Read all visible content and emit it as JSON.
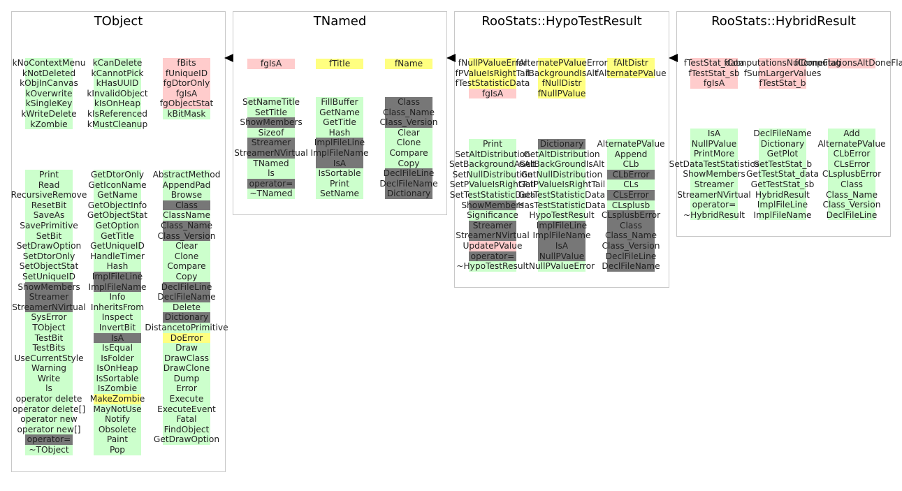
{
  "colors": {
    "none": "#ccffcc",
    "green": "#ccffcc",
    "pink": "#ffcccc",
    "yellow": "#ffff80",
    "gray": "#777777"
  },
  "panels": [
    {
      "title": "TObject",
      "columns": [
        {
          "items": [
            [
              "kNoContextMenu",
              "green"
            ],
            [
              "kNotDeleted",
              "green"
            ],
            [
              "kObjInCanvas",
              "green"
            ],
            [
              "kOverwrite",
              "green"
            ],
            [
              "kSingleKey",
              "green"
            ],
            [
              "kWriteDelete",
              "green"
            ],
            [
              "kZombie",
              "green"
            ]
          ]
        },
        {
          "items": [
            [
              "kCanDelete",
              "green"
            ],
            [
              "kCannotPick",
              "green"
            ],
            [
              "kHasUUID",
              "green"
            ],
            [
              "kInvalidObject",
              "green"
            ],
            [
              "kIsOnHeap",
              "green"
            ],
            [
              "kIsReferenced",
              "green"
            ],
            [
              "kMustCleanup",
              "green"
            ]
          ]
        },
        {
          "items": [
            [
              "fBits",
              "pink"
            ],
            [
              "fUniqueID",
              "pink"
            ],
            [
              "fgDtorOnly",
              "pink"
            ],
            [
              "fgIsA",
              "pink"
            ],
            [
              "fgObjectStat",
              "pink"
            ],
            [
              "kBitMask",
              "green"
            ]
          ]
        },
        {
          "items": [
            [
              "Print",
              "green"
            ],
            [
              "Read",
              "green"
            ],
            [
              "RecursiveRemove",
              "green"
            ],
            [
              "ResetBit",
              "green"
            ],
            [
              "SaveAs",
              "green"
            ],
            [
              "SavePrimitive",
              "green"
            ],
            [
              "SetBit",
              "green"
            ],
            [
              "SetDrawOption",
              "green"
            ],
            [
              "SetDtorOnly",
              "green"
            ],
            [
              "SetObjectStat",
              "green"
            ],
            [
              "SetUniqueID",
              "green"
            ],
            [
              "ShowMembers",
              "gray"
            ],
            [
              "Streamer",
              "gray"
            ],
            [
              "StreamerNVirtual",
              "gray"
            ],
            [
              "SysError",
              "green"
            ],
            [
              "TObject",
              "green"
            ],
            [
              "TestBit",
              "green"
            ],
            [
              "TestBits",
              "green"
            ],
            [
              "UseCurrentStyle",
              "green"
            ],
            [
              "Warning",
              "green"
            ],
            [
              "Write",
              "green"
            ],
            [
              "ls",
              "green"
            ],
            [
              "operator delete",
              "green"
            ],
            [
              "operator delete[]",
              "green"
            ],
            [
              "operator new",
              "green"
            ],
            [
              "operator new[]",
              "green"
            ],
            [
              "operator=",
              "gray"
            ],
            [
              "~TObject",
              "green"
            ]
          ]
        },
        {
          "items": [
            [
              "GetDtorOnly",
              "green"
            ],
            [
              "GetIconName",
              "green"
            ],
            [
              "GetName",
              "green"
            ],
            [
              "GetObjectInfo",
              "green"
            ],
            [
              "GetObjectStat",
              "green"
            ],
            [
              "GetOption",
              "green"
            ],
            [
              "GetTitle",
              "green"
            ],
            [
              "GetUniqueID",
              "green"
            ],
            [
              "HandleTimer",
              "green"
            ],
            [
              "Hash",
              "green"
            ],
            [
              "ImplFileLine",
              "gray"
            ],
            [
              "ImplFileName",
              "gray"
            ],
            [
              "Info",
              "green"
            ],
            [
              "InheritsFrom",
              "green"
            ],
            [
              "Inspect",
              "green"
            ],
            [
              "InvertBit",
              "green"
            ],
            [
              "IsA",
              "gray"
            ],
            [
              "IsEqual",
              "green"
            ],
            [
              "IsFolder",
              "green"
            ],
            [
              "IsOnHeap",
              "green"
            ],
            [
              "IsSortable",
              "green"
            ],
            [
              "IsZombie",
              "green"
            ],
            [
              "MakeZombie",
              "yellow"
            ],
            [
              "MayNotUse",
              "green"
            ],
            [
              "Notify",
              "green"
            ],
            [
              "Obsolete",
              "green"
            ],
            [
              "Paint",
              "green"
            ],
            [
              "Pop",
              "green"
            ]
          ]
        },
        {
          "items": [
            [
              "AbstractMethod",
              "green"
            ],
            [
              "AppendPad",
              "green"
            ],
            [
              "Browse",
              "green"
            ],
            [
              "Class",
              "gray"
            ],
            [
              "ClassName",
              "green"
            ],
            [
              "Class_Name",
              "gray"
            ],
            [
              "Class_Version",
              "gray"
            ],
            [
              "Clear",
              "green"
            ],
            [
              "Clone",
              "green"
            ],
            [
              "Compare",
              "green"
            ],
            [
              "Copy",
              "green"
            ],
            [
              "DeclFileLine",
              "gray"
            ],
            [
              "DeclFileName",
              "gray"
            ],
            [
              "Delete",
              "green"
            ],
            [
              "Dictionary",
              "gray"
            ],
            [
              "DistancetoPrimitive",
              "green"
            ],
            [
              "DoError",
              "yellow"
            ],
            [
              "Draw",
              "green"
            ],
            [
              "DrawClass",
              "green"
            ],
            [
              "DrawClone",
              "green"
            ],
            [
              "Dump",
              "green"
            ],
            [
              "Error",
              "green"
            ],
            [
              "Execute",
              "green"
            ],
            [
              "ExecuteEvent",
              "green"
            ],
            [
              "Fatal",
              "green"
            ],
            [
              "FindObject",
              "green"
            ],
            [
              "GetDrawOption",
              "green"
            ]
          ]
        }
      ]
    },
    {
      "title": "TNamed",
      "columns": [
        {
          "items": [
            [
              "fgIsA",
              "pink"
            ]
          ]
        },
        {
          "items": [
            [
              "fTitle",
              "yellow"
            ]
          ]
        },
        {
          "items": [
            [
              "fName",
              "yellow"
            ]
          ]
        },
        {
          "items": [
            [
              "SetNameTitle",
              "green"
            ],
            [
              "SetTitle",
              "green"
            ],
            [
              "ShowMembers",
              "gray"
            ],
            [
              "Sizeof",
              "green"
            ],
            [
              "Streamer",
              "gray"
            ],
            [
              "StreamerNVirtual",
              "gray"
            ],
            [
              "TNamed",
              "green"
            ],
            [
              "ls",
              "green"
            ],
            [
              "operator=",
              "gray"
            ],
            [
              "~TNamed",
              "green"
            ]
          ]
        },
        {
          "items": [
            [
              "FillBuffer",
              "green"
            ],
            [
              "GetName",
              "green"
            ],
            [
              "GetTitle",
              "green"
            ],
            [
              "Hash",
              "green"
            ],
            [
              "ImplFileLine",
              "gray"
            ],
            [
              "ImplFileName",
              "gray"
            ],
            [
              "IsA",
              "gray"
            ],
            [
              "IsSortable",
              "green"
            ],
            [
              "Print",
              "green"
            ],
            [
              "SetName",
              "green"
            ]
          ]
        },
        {
          "items": [
            [
              "Class",
              "gray"
            ],
            [
              "Class_Name",
              "gray"
            ],
            [
              "Class_Version",
              "gray"
            ],
            [
              "Clear",
              "green"
            ],
            [
              "Clone",
              "green"
            ],
            [
              "Compare",
              "green"
            ],
            [
              "Copy",
              "green"
            ],
            [
              "DeclFileLine",
              "gray"
            ],
            [
              "DeclFileName",
              "gray"
            ],
            [
              "Dictionary",
              "gray"
            ]
          ]
        }
      ]
    },
    {
      "title": "RooStats::HypoTestResult",
      "columns": [
        {
          "items": [
            [
              "fNullPValueError",
              "yellow"
            ],
            [
              "fPValueIsRightTail",
              "yellow"
            ],
            [
              "fTestStatisticData",
              "yellow"
            ],
            [
              "fgIsA",
              "pink"
            ]
          ]
        },
        {
          "items": [
            [
              "fAlternatePValueError",
              "yellow"
            ],
            [
              "fBackgroundIsAlt",
              "yellow"
            ],
            [
              "fNullDistr",
              "yellow"
            ],
            [
              "fNullPValue",
              "yellow"
            ]
          ]
        },
        {
          "items": [
            [
              "fAltDistr",
              "yellow"
            ],
            [
              "fAlternatePValue",
              "yellow"
            ]
          ]
        },
        {
          "items": [
            [
              "Print",
              "green"
            ],
            [
              "SetAltDistribution",
              "green"
            ],
            [
              "SetBackgroundAsAlt",
              "green"
            ],
            [
              "SetNullDistribution",
              "green"
            ],
            [
              "SetPValueIsRightTail",
              "green"
            ],
            [
              "SetTestStatisticData",
              "green"
            ],
            [
              "ShowMembers",
              "gray"
            ],
            [
              "Significance",
              "green"
            ],
            [
              "Streamer",
              "gray"
            ],
            [
              "StreamerNVirtual",
              "gray"
            ],
            [
              "UpdatePValue",
              "pink"
            ],
            [
              "operator=",
              "gray"
            ],
            [
              "~HypoTestResult",
              "green"
            ]
          ]
        },
        {
          "items": [
            [
              "Dictionary",
              "gray"
            ],
            [
              "GetAltDistribution",
              "green"
            ],
            [
              "GetBackGroundIsAlt",
              "green"
            ],
            [
              "GetNullDistribution",
              "green"
            ],
            [
              "GetPValueIsRightTail",
              "green"
            ],
            [
              "GetTestStatisticData",
              "green"
            ],
            [
              "HasTestStatisticData",
              "green"
            ],
            [
              "HypoTestResult",
              "green"
            ],
            [
              "ImplFileLine",
              "gray"
            ],
            [
              "ImplFileName",
              "gray"
            ],
            [
              "IsA",
              "gray"
            ],
            [
              "NullPValue",
              "gray"
            ],
            [
              "NullPValueError",
              "green"
            ]
          ]
        },
        {
          "items": [
            [
              "AlternatePValue",
              "green"
            ],
            [
              "Append",
              "green"
            ],
            [
              "CLb",
              "green"
            ],
            [
              "CLbError",
              "gray"
            ],
            [
              "CLs",
              "green"
            ],
            [
              "CLsError",
              "gray"
            ],
            [
              "CLsplusb",
              "green"
            ],
            [
              "CLsplusbError",
              "gray"
            ],
            [
              "Class",
              "gray"
            ],
            [
              "Class_Name",
              "gray"
            ],
            [
              "Class_Version",
              "gray"
            ],
            [
              "DeclFileLine",
              "gray"
            ],
            [
              "DeclFileName",
              "gray"
            ]
          ]
        }
      ]
    },
    {
      "title": "RooStats::HybridResult",
      "columns": [
        {
          "items": [
            [
              "fTestStat_data",
              "pink"
            ],
            [
              "fTestStat_sb",
              "pink"
            ],
            [
              "fgIsA",
              "pink"
            ]
          ]
        },
        {
          "items": [
            [
              "fComputationsNulDoneFlag",
              "pink"
            ],
            [
              "fSumLargerValues",
              "pink"
            ],
            [
              "fTestStat_b",
              "pink"
            ]
          ]
        },
        {
          "items": [
            [
              "fComputationsAltDoneFlag",
              "pink"
            ]
          ]
        },
        {
          "items": [
            [
              "IsA",
              "green"
            ],
            [
              "NullPValue",
              "green"
            ],
            [
              "PrintMore",
              "green"
            ],
            [
              "SetDataTestStatistics",
              "green"
            ],
            [
              "ShowMembers",
              "green"
            ],
            [
              "Streamer",
              "green"
            ],
            [
              "StreamerNVirtual",
              "green"
            ],
            [
              "operator=",
              "green"
            ],
            [
              "~HybridResult",
              "green"
            ]
          ]
        },
        {
          "items": [
            [
              "DeclFileName",
              "green"
            ],
            [
              "Dictionary",
              "green"
            ],
            [
              "GetPlot",
              "green"
            ],
            [
              "GetTestStat_b",
              "green"
            ],
            [
              "GetTestStat_data",
              "green"
            ],
            [
              "GetTestStat_sb",
              "green"
            ],
            [
              "HybridResult",
              "green"
            ],
            [
              "ImplFileLine",
              "green"
            ],
            [
              "ImplFileName",
              "green"
            ]
          ]
        },
        {
          "items": [
            [
              "Add",
              "green"
            ],
            [
              "AlternatePValue",
              "green"
            ],
            [
              "CLbError",
              "green"
            ],
            [
              "CLsError",
              "green"
            ],
            [
              "CLsplusbError",
              "green"
            ],
            [
              "Class",
              "green"
            ],
            [
              "Class_Name",
              "green"
            ],
            [
              "Class_Version",
              "green"
            ],
            [
              "DeclFileLine",
              "green"
            ]
          ]
        }
      ]
    }
  ]
}
